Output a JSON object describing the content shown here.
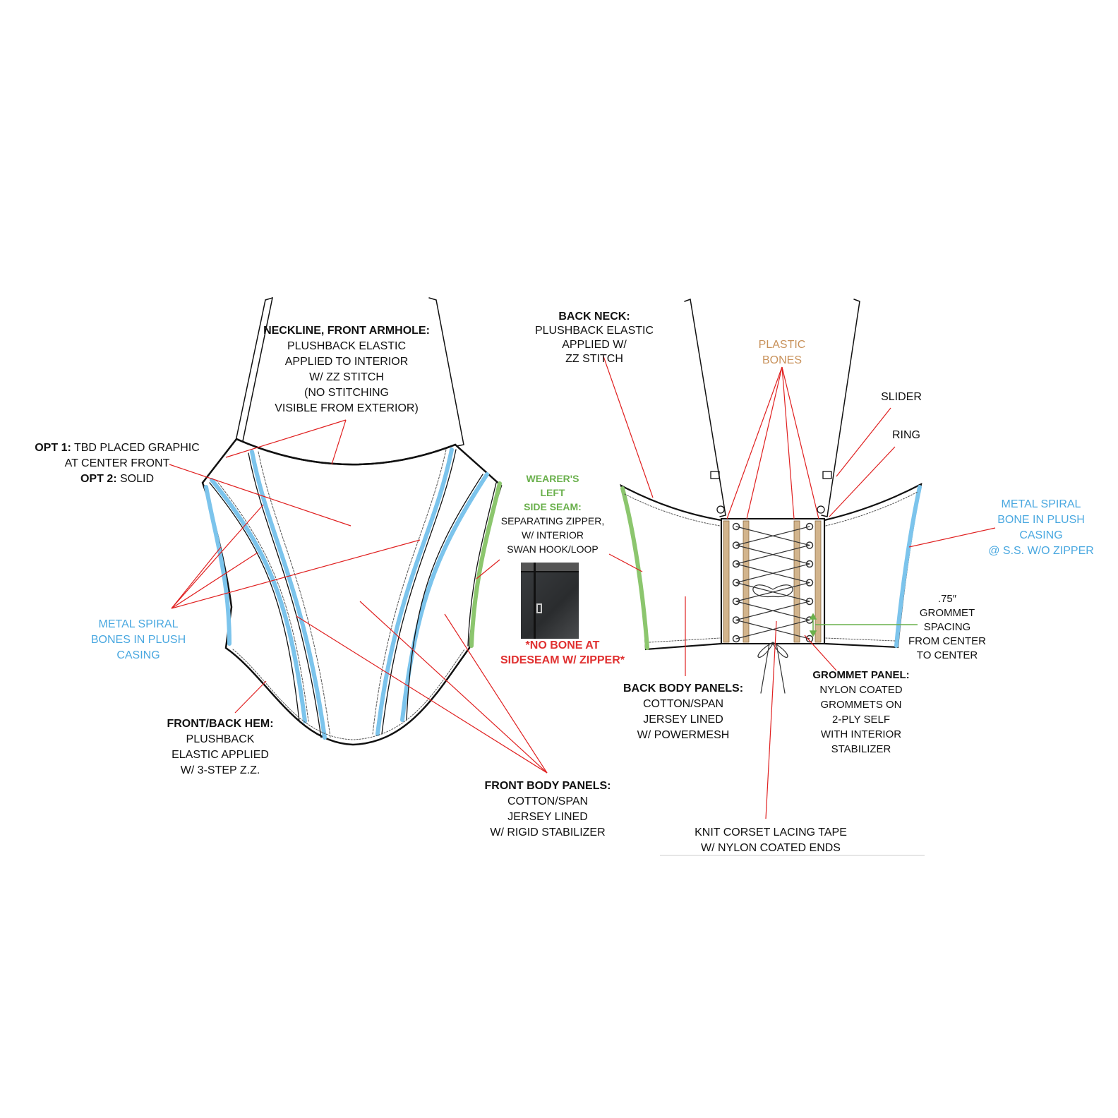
{
  "front_view": {
    "neckline_label": {
      "title": "NECKLINE, FRONT ARMHOLE:",
      "lines": [
        "PLUSHBACK ELASTIC",
        "APPLIED TO INTERIOR",
        "W/ ZZ STITCH",
        "(NO STITCHING",
        "VISIBLE FROM EXTERIOR)"
      ]
    },
    "graphic_label": {
      "opt1_bold": "OPT 1:",
      "opt1_text": " TBD PLACED GRAPHIC",
      "line2": "AT CENTER FRONT",
      "opt2_bold": "OPT 2:",
      "opt2_text": " SOLID"
    },
    "bones_label": {
      "lines": [
        "METAL SPIRAL",
        "BONES IN PLUSH",
        "CASING"
      ]
    },
    "hem_label": {
      "title": "FRONT/BACK HEM:",
      "lines": [
        "PLUSHBACK",
        "ELASTIC APPLIED",
        "W/ 3-STEP Z.Z."
      ]
    },
    "body_label": {
      "title": "FRONT BODY PANELS:",
      "lines": [
        "COTTON/SPAN",
        "JERSEY LINED",
        "W/ RIGID STABILIZER"
      ]
    },
    "side_seam_label": {
      "green_lines": [
        "WEARER'S",
        "LEFT",
        "SIDE SEAM:"
      ],
      "lines": [
        "SEPARATING ZIPPER,",
        "W/ INTERIOR",
        "SWAN HOOK/LOOP"
      ]
    },
    "no_bone_label": {
      "lines": [
        "*NO BONE AT",
        "SIDESEAM W/ ZIPPER*"
      ]
    }
  },
  "back_view": {
    "back_neck_label": {
      "title": "BACK NECK:",
      "lines": [
        "PLUSHBACK ELASTIC",
        "APPLIED W/",
        "ZZ STITCH"
      ]
    },
    "plastic_bones_label": {
      "lines": [
        "PLASTIC",
        "BONES"
      ]
    },
    "slider_label": "SLIDER",
    "ring_label": "RING",
    "metal_bone_label": {
      "lines": [
        "METAL SPIRAL",
        "BONE IN PLUSH",
        "CASING",
        "@ S.S. W/O ZIPPER"
      ]
    },
    "grommet_spacing_label": {
      "lines": [
        ".75″",
        "GROMMET",
        "SPACING",
        "FROM CENTER",
        "TO CENTER"
      ]
    },
    "grommet_panel_label": {
      "title": "GROMMET PANEL:",
      "lines": [
        "NYLON COATED",
        "GROMMETS ON",
        "2-PLY SELF",
        "WITH INTERIOR",
        "STABILIZER"
      ]
    },
    "back_body_label": {
      "title": "BACK BODY PANELS:",
      "lines": [
        "COTTON/SPAN",
        "JERSEY LINED",
        "W/ POWERMESH"
      ]
    },
    "lacing_label": {
      "lines": [
        "KNIT CORSET LACING TAPE",
        "W/ NYLON COATED ENDS"
      ]
    }
  },
  "colors": {
    "leader": "#e02020",
    "bone_blue": "#7cc4ec",
    "zipper_green": "#8cc66e",
    "plastic_tan": "#d2b48c",
    "outline": "#111111"
  }
}
